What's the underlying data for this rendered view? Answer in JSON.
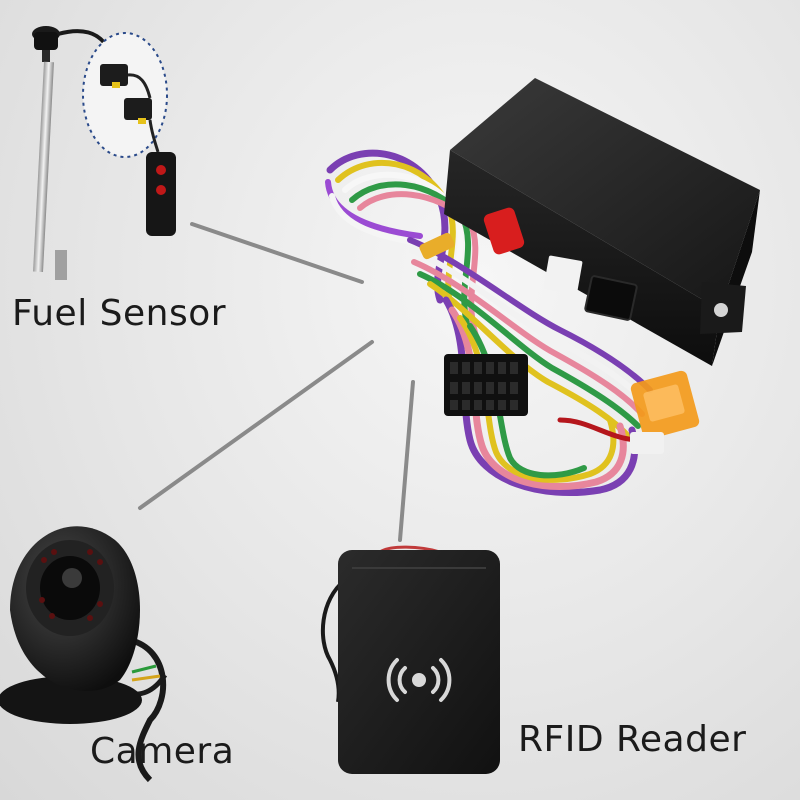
{
  "labels": {
    "fuel_sensor": "Fuel Sensor",
    "camera": "Camera",
    "rfid_reader": "RFID Reader"
  },
  "colors": {
    "background": "#e9e9e9",
    "device_body": "#1a1a1a",
    "leader_line": "#8a8a8a",
    "fuse_orange": "#f39a1b",
    "led_red": "#d81e1e"
  },
  "icons": {
    "rfid": "contactless-wave-icon"
  }
}
